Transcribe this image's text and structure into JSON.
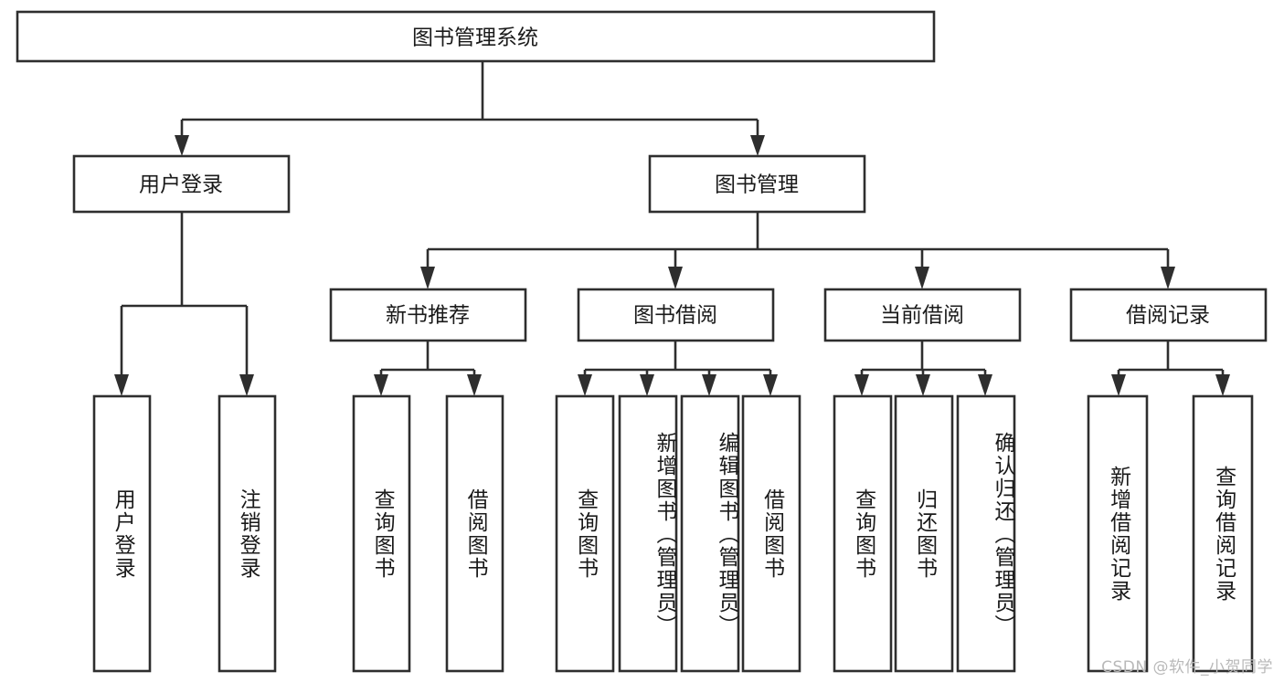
{
  "diagram": {
    "type": "tree",
    "title": "图书管理系统",
    "orientation": "top-down",
    "colors": {
      "stroke": "#2e2e2e",
      "fill": "#ffffff",
      "text": "#1a1a1a",
      "background": "#ffffff",
      "watermark": "#b9b9b9"
    }
  },
  "root": {
    "label": "图书管理系统"
  },
  "level1": [
    {
      "label": "用户登录"
    },
    {
      "label": "图书管理"
    }
  ],
  "level2": [
    {
      "label": "新书推荐"
    },
    {
      "label": "图书借阅"
    },
    {
      "label": "当前借阅"
    },
    {
      "label": "借阅记录"
    }
  ],
  "leaves": {
    "user_login": [
      {
        "label": "用户登录"
      },
      {
        "label": "注销登录"
      }
    ],
    "new_book": [
      {
        "label": "查询图书"
      },
      {
        "label": "借阅图书"
      }
    ],
    "book_borrow": [
      {
        "label": "查询图书"
      },
      {
        "label": "新增图书（管理员）"
      },
      {
        "label": "编辑图书（管理员）"
      },
      {
        "label": "借阅图书"
      }
    ],
    "current_borrow": [
      {
        "label": "查询图书"
      },
      {
        "label": "归还图书"
      },
      {
        "label": "确认归还（管理员）"
      }
    ],
    "borrow_record": [
      {
        "label": "新增借阅记录"
      },
      {
        "label": "查询借阅记录"
      }
    ]
  },
  "watermark": {
    "text": "CSDN @软件_小贺同学"
  }
}
